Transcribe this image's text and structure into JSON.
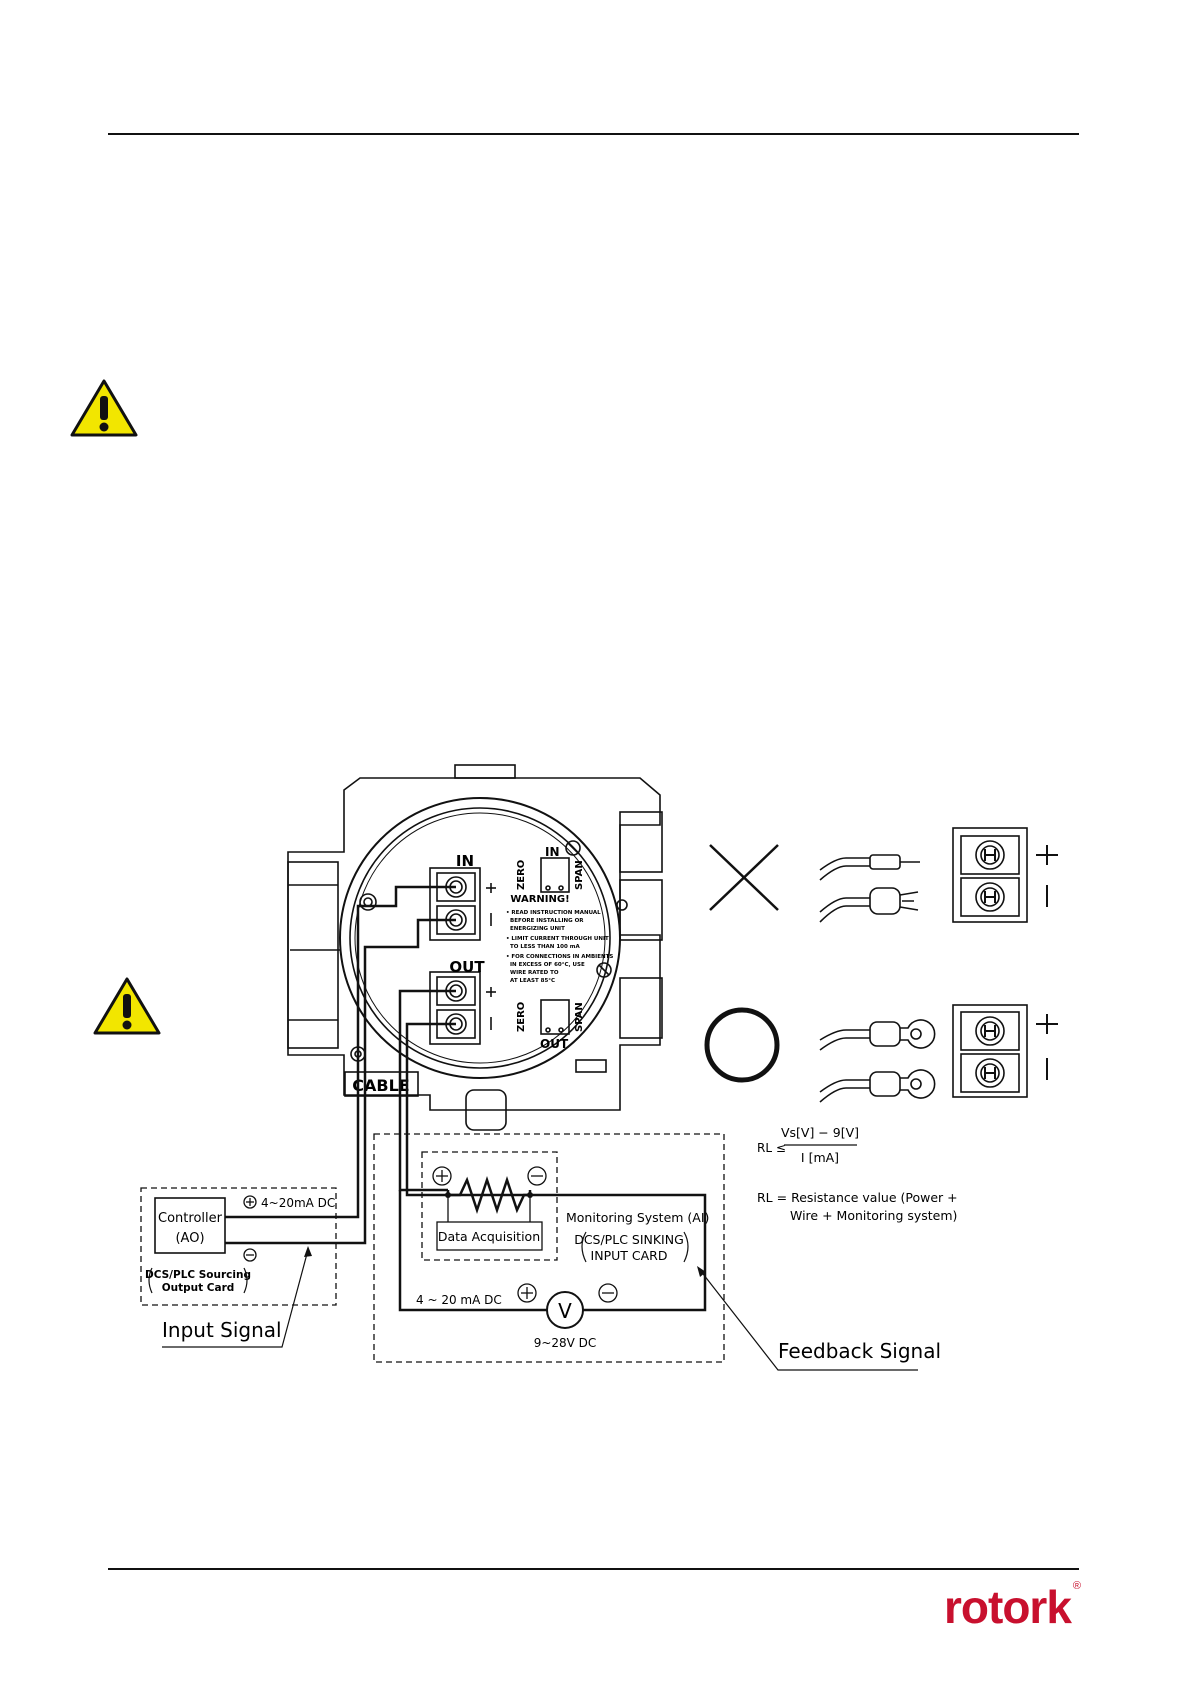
{
  "diagram": {
    "in_label": "IN",
    "out_label": "OUT",
    "plus": "+",
    "minus": "I",
    "zero_label": "ZERO",
    "span_label": "SPAN",
    "warning_title": "WARNING!",
    "warning_lines": [
      "• READ INSTRUCTION MANUAL",
      "BEFORE INSTALLING OR",
      "ENERGIZING UNIT",
      "• LIMIT CURRENT THROUGH UNIT",
      "TO LESS THAN 100 mA",
      "• FOR CONNECTIONS IN AMBIENTS",
      "IN EXCESS OF 60°C, USE",
      "WIRE RATED TO",
      "AT LEAST 85°C"
    ],
    "cable_label": "CABLE",
    "controller_label": "Controller",
    "controller_sub": "(AO)",
    "controller_signal": "4~20mA DC",
    "controller_card_line1": "DCS/PLC Sourcing",
    "controller_card_line2": "Output Card",
    "input_signal": "Input Signal",
    "data_acquisition": "Data Acquisition",
    "monitoring_system": "Monitoring System (AI)",
    "monitoring_card_line1": "DCS/PLC SINKING",
    "monitoring_card_line2": "INPUT CARD",
    "feedback_current": "4 ~ 20 mA DC",
    "voltmeter": "V",
    "supply_voltage": "9~28V DC",
    "feedback_signal": "Feedback Signal",
    "formula_lhs": "RL ≤",
    "formula_numerator": "Vs[V] − 9[V]",
    "formula_denominator": "I [mA]",
    "rl_def_line1": "RL  =  Resistance value (Power +",
    "rl_def_line2": "Wire + Monitoring system)"
  },
  "footer": {
    "logo_text": "rotork",
    "logo_mark": "®"
  },
  "colors": {
    "brand_red": "#c8102e",
    "warning_yellow": "#f2e600"
  },
  "icons": [
    "warning-triangle-icon",
    "incorrect-x-icon",
    "correct-o-icon"
  ]
}
